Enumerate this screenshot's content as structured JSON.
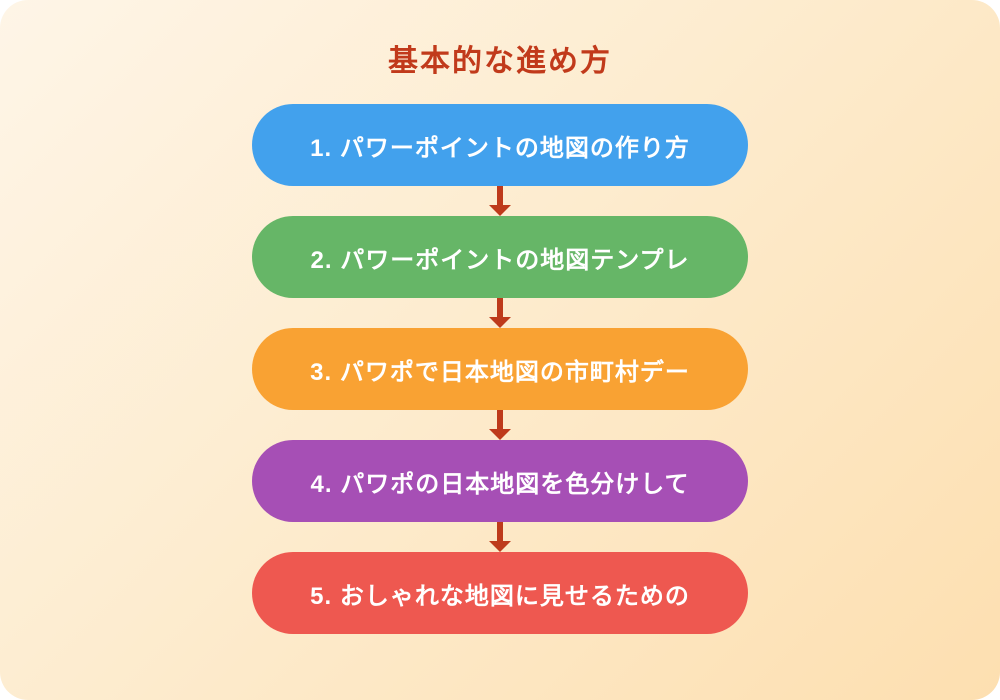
{
  "title": "基本的な進め方",
  "colors": {
    "title": "#C13A1B",
    "arrow": "#BE3A1B",
    "card_gradient_start": "#FEF5E7",
    "card_gradient_end": "#FDDFB0"
  },
  "steps": [
    {
      "label": "1. パワーポイントの地図の作り方",
      "color": "#42A1ED"
    },
    {
      "label": "2. パワーポイントの地図テンプレ",
      "color": "#66B667"
    },
    {
      "label": "3. パワポで日本地図の市町村デー",
      "color": "#F9A233"
    },
    {
      "label": "4. パワポの日本地図を色分けして",
      "color": "#A64FB5"
    },
    {
      "label": "5. おしゃれな地図に見せるための",
      "color": "#EE5850"
    }
  ]
}
